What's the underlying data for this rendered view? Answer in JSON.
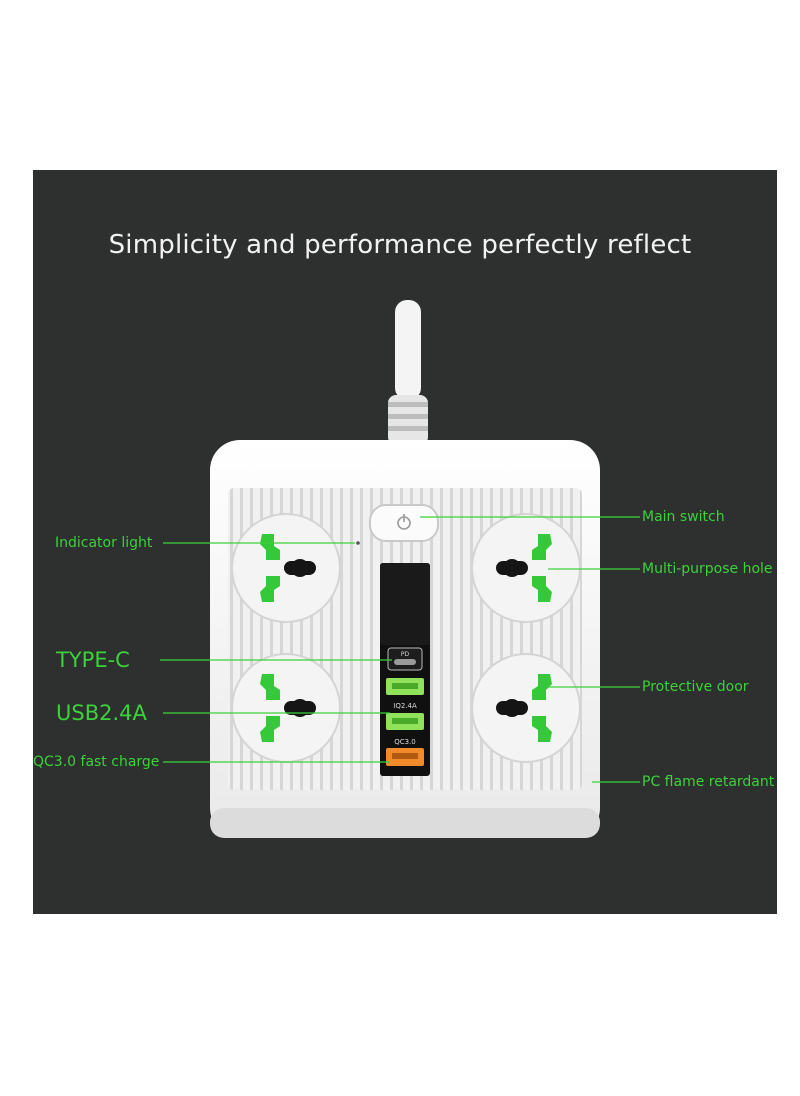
{
  "headline": "Simplicity and performance perfectly reflect",
  "colors": {
    "panel": "#2e2f2f",
    "label_green": "#3ad33a",
    "shutter_green": "#35c93a",
    "qc_orange": "#f08a2a",
    "usb_green": "#8fe25a"
  },
  "port_text": {
    "pd": "PD",
    "usb": "IQ2.4A",
    "qc": "QC3.0"
  },
  "callouts": {
    "indicator_light": "Indicator light",
    "type_c": "TYPE-C",
    "usb": "USB2.4A",
    "qc_fast_charge": "QC3.0 fast charge",
    "main_switch": "Main switch",
    "multi_purpose_hole": "Multi-purpose hole",
    "protective_door": "Protective door",
    "pc_flame_retardant": "PC flame retardant"
  },
  "icons": [
    "power-icon",
    "universal-socket-icon",
    "usb-port-icon",
    "type-c-port-icon"
  ]
}
